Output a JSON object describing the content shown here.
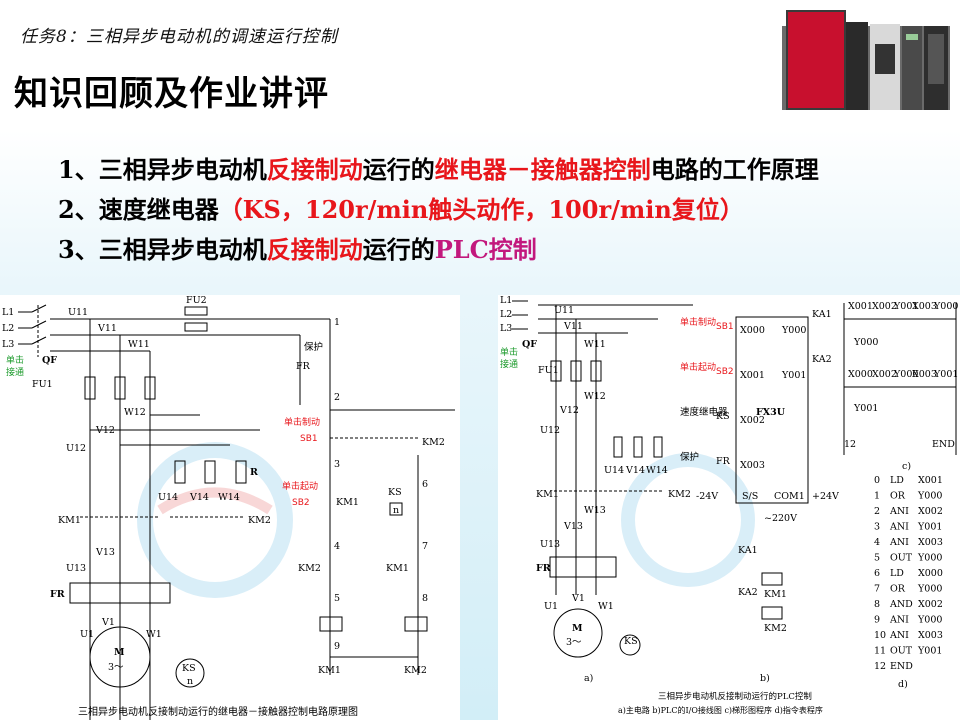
{
  "task_label": "任务8：三相异步电动机的调速运行控制",
  "heading": "知识回顾及作业讲评",
  "items": [
    [
      {
        "t": "1、三相异步电动机",
        "c": ""
      },
      {
        "t": "反接制动",
        "c": "red"
      },
      {
        "t": "运行的",
        "c": ""
      },
      {
        "t": "继电器－接触器控制",
        "c": "red"
      },
      {
        "t": "电路的工作原理",
        "c": ""
      }
    ],
    [
      {
        "t": "2、速度继电器",
        "c": ""
      },
      {
        "t": "（KS，120r/min触头动作，100r/min复位）",
        "c": "red"
      }
    ],
    [
      {
        "t": "3、三相异步电动机",
        "c": ""
      },
      {
        "t": "反接制动",
        "c": "red"
      },
      {
        "t": "运行的",
        "c": ""
      },
      {
        "t": "PLC控制",
        "c": "purple"
      }
    ]
  ],
  "left_diagram": {
    "caption": "三相异步电动机反接制动运行的继电器－接触器控制电路原理图",
    "phases": [
      "L1",
      "L2",
      "L3"
    ],
    "labels": {
      "u11": "U11",
      "v11": "V11",
      "w11": "W11",
      "qf": "QF",
      "fu1": "FU1",
      "fu2": "FU2",
      "u12": "U12",
      "v12": "V12",
      "w12": "W12",
      "u14": "U14",
      "v14": "V14",
      "w14": "W14",
      "r": "R",
      "km1": "KM1",
      "km2": "KM2",
      "v13": "V13",
      "u13": "U13",
      "fr": "FR",
      "u1": "U1",
      "v1": "V1",
      "w1": "W1",
      "motor": "M",
      "motor_sub": "3～",
      "ks": "KS",
      "ks_n": "n",
      "sb1": "SB1",
      "sb2": "SB2",
      "fr2": "FR",
      "ks2": "KS",
      "n1": "1",
      "n2": "2",
      "n3": "3",
      "n4": "4",
      "n5": "5",
      "n6": "6",
      "n7": "7",
      "n8": "8",
      "n9": "9"
    },
    "annotations": {
      "protect": "保护",
      "single_pass": "单击",
      "single_pass2": "接通",
      "brake": "单击制动",
      "start": "单击起动"
    }
  },
  "right_diagram": {
    "caption": "三相异步电动机反接制动运行的PLC控制",
    "sub_caption": "a)主电路 b)PLC的I/O接线图 c)梯形图程序 d)指令表程序",
    "plc_model": "FX3U",
    "inputs": [
      {
        "anno": "单击制动",
        "name": "SB1",
        "addr": "X000",
        "out": "Y000",
        "ka": "KA1"
      },
      {
        "anno": "单击起动",
        "name": "SB2",
        "addr": "X001",
        "out": "Y001",
        "ka": "KA2"
      },
      {
        "anno": "速度继电器",
        "name": "KS",
        "addr": "X002"
      },
      {
        "anno": "保护",
        "name": "FR",
        "addr": "X003"
      }
    ],
    "terminals": {
      "minus24": "-24V",
      "ss": "S/S",
      "com": "COM1",
      "plus24": "+24V",
      "ac": "~220V"
    },
    "relay_coils": [
      {
        "name": "KA1",
        "coil": "KM1"
      },
      {
        "name": "KA2",
        "coil": "KM2"
      }
    ],
    "ladder": {
      "rung1": [
        "X001",
        "X002",
        "Y001",
        "X003",
        "Y000"
      ],
      "rung1_seal": "Y000",
      "rung2": [
        "X000",
        "X002",
        "Y000",
        "X003",
        "Y001"
      ],
      "rung2_seal": "Y001",
      "end_num": "12",
      "end": "END",
      "sub": "c)"
    },
    "instructions": [
      {
        "n": "0",
        "op": "LD",
        "arg": "X001"
      },
      {
        "n": "1",
        "op": "OR",
        "arg": "Y000"
      },
      {
        "n": "2",
        "op": "ANI",
        "arg": "X002"
      },
      {
        "n": "3",
        "op": "ANI",
        "arg": "Y001"
      },
      {
        "n": "4",
        "op": "ANI",
        "arg": "X003"
      },
      {
        "n": "5",
        "op": "OUT",
        "arg": "Y000"
      },
      {
        "n": "6",
        "op": "LD",
        "arg": "X000"
      },
      {
        "n": "7",
        "op": "OR",
        "arg": "Y000"
      },
      {
        "n": "8",
        "op": "AND",
        "arg": "X002"
      },
      {
        "n": "9",
        "op": "ANI",
        "arg": "Y000"
      },
      {
        "n": "10",
        "op": "ANI",
        "arg": "X003"
      },
      {
        "n": "11",
        "op": "OUT",
        "arg": "Y001"
      },
      {
        "n": "12",
        "op": "END",
        "arg": ""
      }
    ],
    "inst_sub": "d)",
    "main_labels": {
      "qf": "QF",
      "note1": "单击",
      "note2": "接通",
      "fu1": "FU1",
      "u11": "U11",
      "v11": "V11",
      "w11": "W11",
      "w12": "W12",
      "u12": "U12",
      "v12": "V12",
      "u14": "U14",
      "v14": "V14",
      "w14": "W14",
      "km1": "KM1",
      "km2": "KM2",
      "w13": "W13",
      "v13": "V13",
      "u13": "U13",
      "fr": "FR",
      "u1": "U1",
      "v1": "V1",
      "w1": "W1",
      "m": "M",
      "m3": "3～",
      "ks": "KS",
      "a": "a)",
      "b": "b)"
    }
  }
}
